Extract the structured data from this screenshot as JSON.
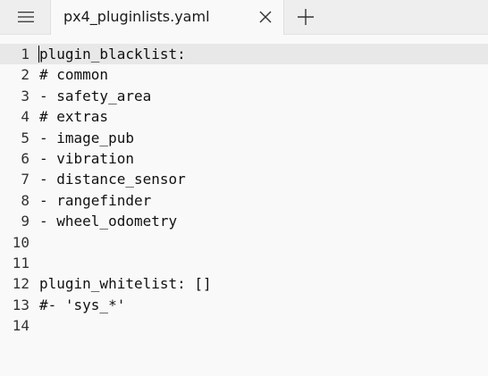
{
  "tab": {
    "title": "px4_pluginlists.yaml",
    "menu_icon": "hamburger-menu-icon",
    "close_icon": "close-icon",
    "new_tab_icon": "plus-icon"
  },
  "editor": {
    "current_line": 1,
    "lines": [
      {
        "number": "1",
        "text": "plugin_blacklist:"
      },
      {
        "number": "2",
        "text": "# common"
      },
      {
        "number": "3",
        "text": "- safety_area"
      },
      {
        "number": "4",
        "text": "# extras"
      },
      {
        "number": "5",
        "text": "- image_pub"
      },
      {
        "number": "6",
        "text": "- vibration"
      },
      {
        "number": "7",
        "text": "- distance_sensor"
      },
      {
        "number": "8",
        "text": "- rangefinder"
      },
      {
        "number": "9",
        "text": "- wheel_odometry"
      },
      {
        "number": "10",
        "text": ""
      },
      {
        "number": "11",
        "text": ""
      },
      {
        "number": "12",
        "text": "plugin_whitelist: []"
      },
      {
        "number": "13",
        "text": "#- 'sys_*'"
      },
      {
        "number": "14",
        "text": ""
      }
    ]
  }
}
